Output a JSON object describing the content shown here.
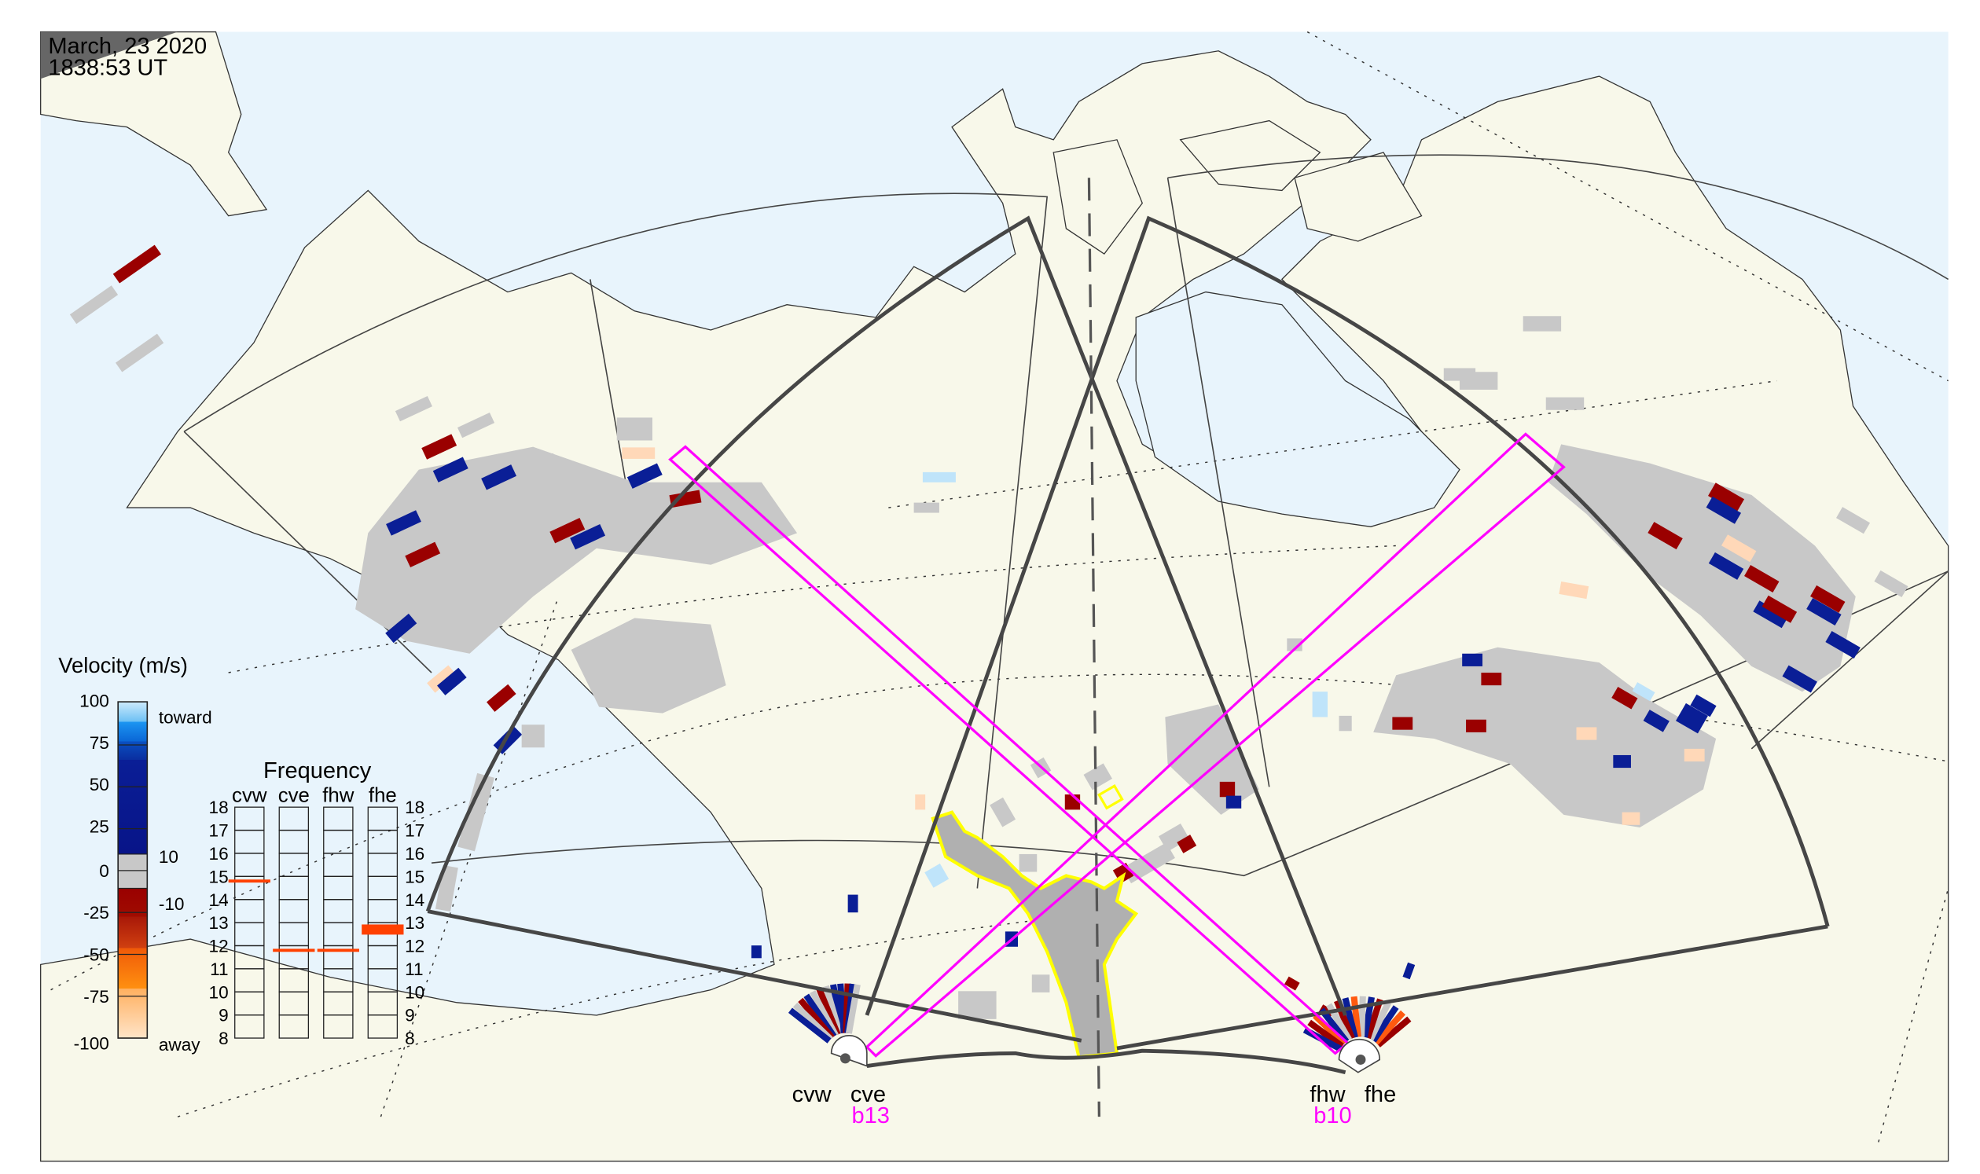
{
  "header": {
    "date": "March, 23 2020",
    "time": "1838:53 UT"
  },
  "velocity_legend": {
    "title": "Velocity (m/s)",
    "ticks": [
      "100",
      "75",
      "50",
      "25",
      "0",
      "-25",
      "-50",
      "-75",
      "-100"
    ],
    "toward_label": "toward",
    "away_label": "away",
    "threshold_high": "10",
    "threshold_low": "-10"
  },
  "frequency_panel": {
    "title": "Frequency",
    "radars": [
      "cvw",
      "cve",
      "fhw",
      "fhe"
    ],
    "ticks": [
      "18",
      "17",
      "16",
      "15",
      "14",
      "13",
      "12",
      "11",
      "10",
      "9",
      "8"
    ],
    "frequencies_mhz": {
      "cvw": 14.8,
      "cve": 11.8,
      "fhw": 11.8,
      "fhe": 12.7
    }
  },
  "radar_labels": {
    "left_site": [
      "cvw",
      "cve"
    ],
    "left_beam": "b13",
    "right_site": [
      "fhw",
      "fhe"
    ],
    "right_beam": "b10"
  },
  "colors": {
    "ocean": "#e8f4fc",
    "land": "#f8f8ea",
    "grey_scatter": "#c8c8c8",
    "beam": "#ff00ff",
    "highlight": "#ffff00",
    "fov": "#464646",
    "freq_marker": "#ff4000",
    "navy": "#0a1e96",
    "darkred": "#9a0000",
    "peach": "#ffd8b8",
    "lightblue": "#bfe4fa",
    "orange": "#ff5a10"
  }
}
